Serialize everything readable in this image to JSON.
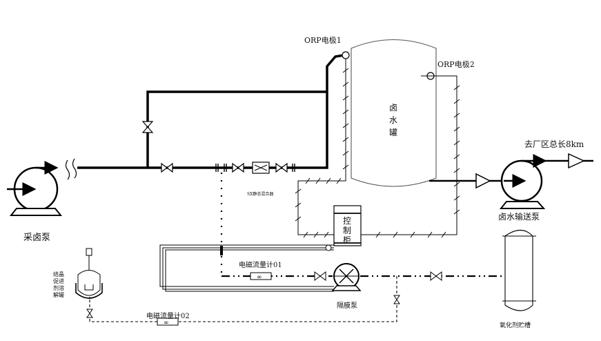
{
  "diagram": {
    "type": "process-flow",
    "labels": {
      "brine_pump": "采卤泵",
      "orp_electrode_1": "ORP电极1",
      "orp_electrode_2": "ORP电极2",
      "brine_tank": [
        "卤",
        "水",
        "罐"
      ],
      "static_mixer": "SX静态混合器",
      "control_cabinet": [
        "控",
        "制",
        "柜"
      ],
      "to_plant": "去厂区总长8km",
      "brine_transfer_pump": "卤水输送泵",
      "flowmeter_01": "电磁流量计01",
      "flowmeter_02": "电磁流量计02",
      "diaphragm_pump": "隔膜泵",
      "oxidant_tank": "氧化剂贮槽",
      "crystal_tank": [
        "结晶",
        "促进",
        "剂溶",
        "解罐"
      ],
      "flowmeter_symbol": "∞"
    }
  }
}
